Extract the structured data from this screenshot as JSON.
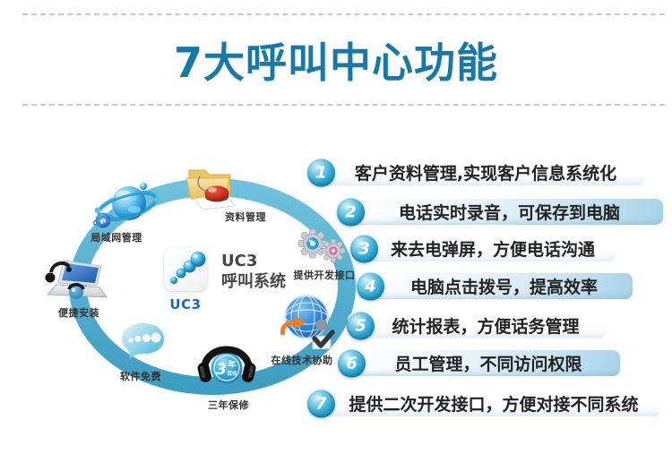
{
  "title": "7大呼叫中心功能",
  "center": {
    "logo_text": "UC3",
    "name_line1": "UC3",
    "name_line2": "呼叫系统"
  },
  "nodes": [
    {
      "id": "lan",
      "label": "局域网管理"
    },
    {
      "id": "data",
      "label": "资料管理"
    },
    {
      "id": "devapi",
      "label": "提供开发接口"
    },
    {
      "id": "online",
      "label": "在线技术协助"
    },
    {
      "id": "warranty",
      "label": "三年保修",
      "badge_big": "3",
      "badge_year": "年",
      "badge_sub": "保修"
    },
    {
      "id": "freesoft",
      "label": "软件免费"
    },
    {
      "id": "install",
      "label": "便捷安装"
    }
  ],
  "features": [
    {
      "num": "1",
      "text": "客户资料管理,实现客户信息系统化"
    },
    {
      "num": "2",
      "text": "电话实时录音，可保存到电脑"
    },
    {
      "num": "3",
      "text": "来去电弹屏，方便电话沟通"
    },
    {
      "num": "4",
      "text": "电脑点击拨号，提高效率"
    },
    {
      "num": "5",
      "text": "统计报表，方便话务管理"
    },
    {
      "num": "6",
      "text": "员工管理，不同访问权限"
    },
    {
      "num": "7",
      "text": "提供二次开发接口，方便对接不同系统"
    }
  ],
  "colors": {
    "title": "#1878a8",
    "ring": "#4fa9c9",
    "number_sphere": "#1f9ac6",
    "highlight_band": "#a7d3e9",
    "text": "#222222"
  }
}
